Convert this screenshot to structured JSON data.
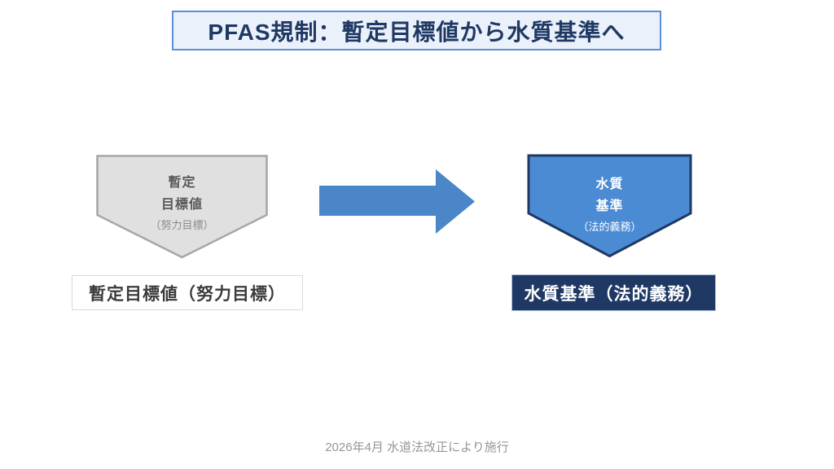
{
  "title": "PFAS規制：暫定目標値から水質基準へ",
  "diagram": {
    "before": {
      "shape_line1": "暫定",
      "shape_line2": "目標値",
      "shape_sub": "（努力目標）",
      "label": "暫定目標値（努力目標）"
    },
    "after": {
      "shape_line1": "水質",
      "shape_line2": "基準",
      "shape_sub": "（法的義務）",
      "label": "水質基準（法的義務）"
    },
    "arrow": "transition-right-arrow"
  },
  "footer": "2026年4月 水道法改正により施行",
  "colors": {
    "title_background": "#EBF1FA",
    "title_border": "#5B8FD5",
    "title_text": "#1F3864",
    "before_fill": "#E0E0E0",
    "before_border": "#A6A6A6",
    "before_text": "#595959",
    "before_sub_text": "#8C8C8C",
    "after_fill": "#4A8BD4",
    "after_border": "#1F3864",
    "after_text": "#FFFFFF",
    "arrow_blue": "#4A86C8",
    "after_label_background": "#1F3864",
    "footer_text": "#969696"
  }
}
